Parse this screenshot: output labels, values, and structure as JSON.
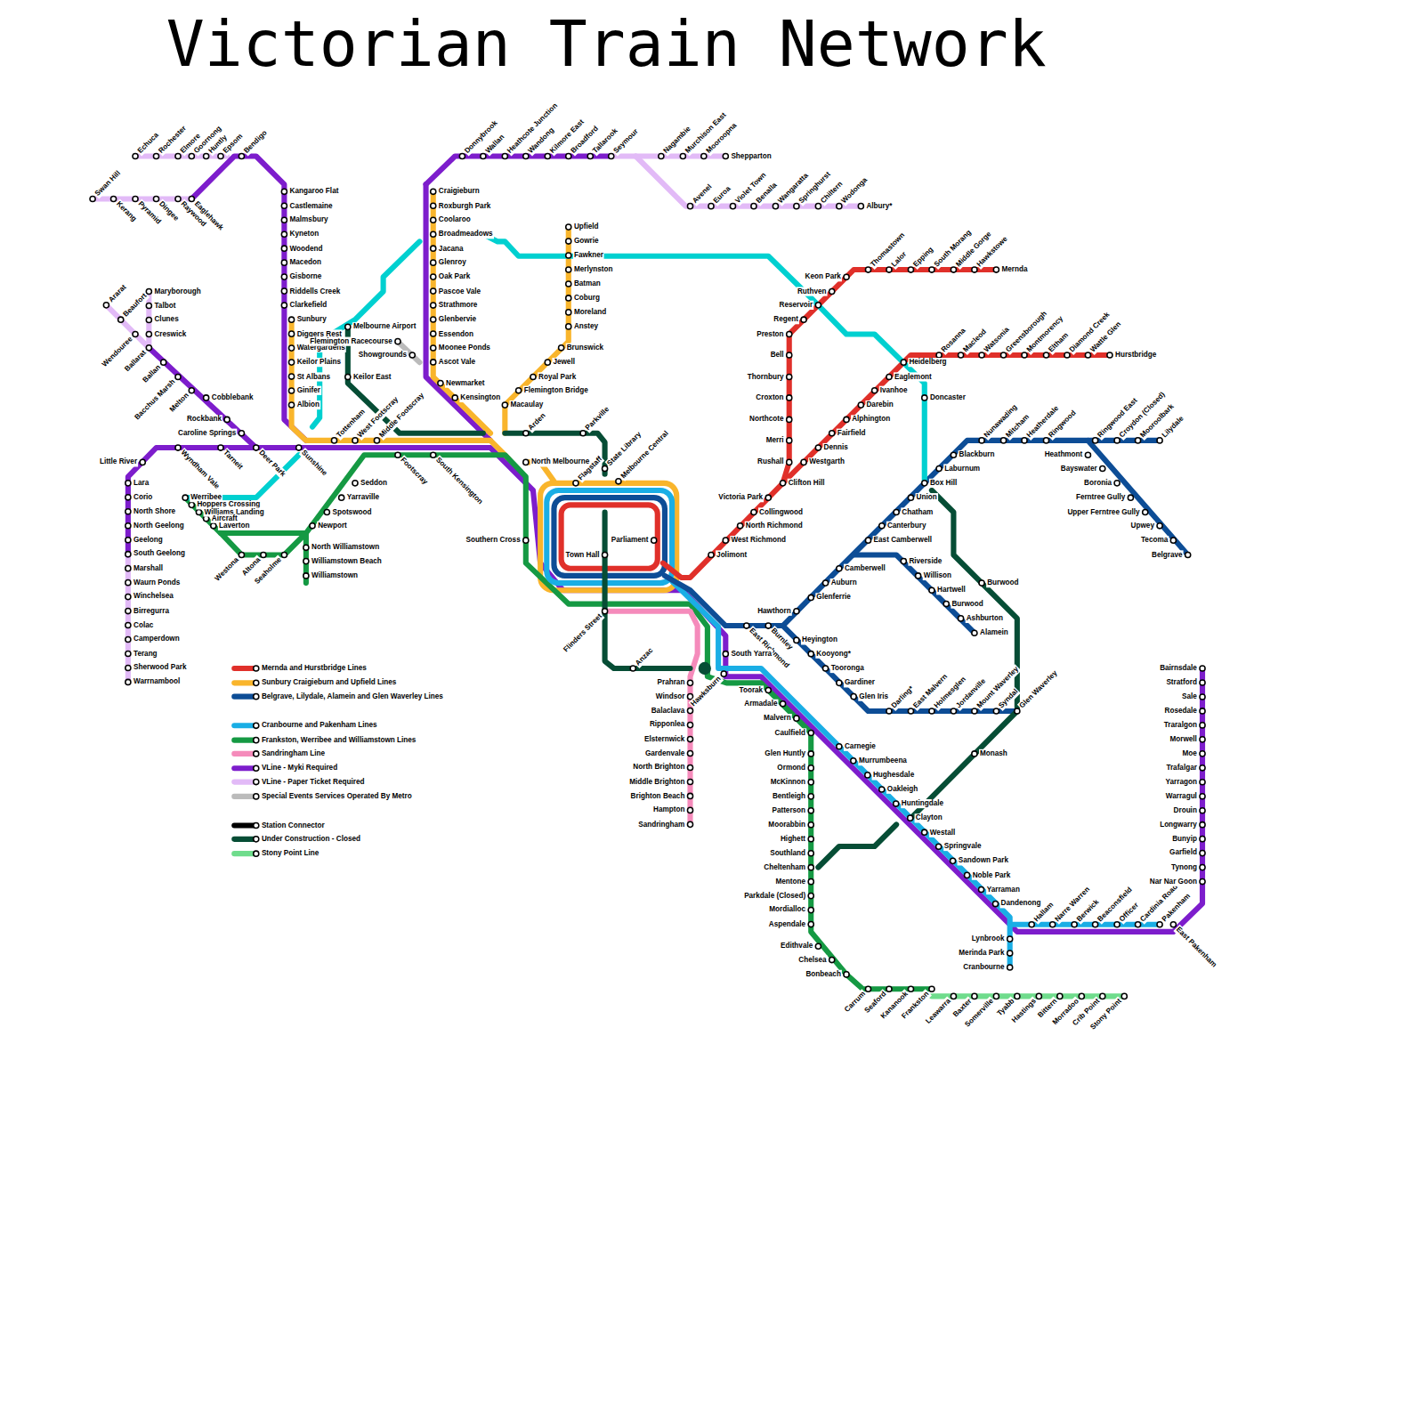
{
  "diagram": {
    "title": "Victorian Train Network",
    "labels": [
      "Swan Hill",
      "Kerang",
      "Pyramid",
      "Dingee",
      "Raywood",
      "Eaglehawk",
      "Echuca",
      "Rochester",
      "Elmore",
      "Goornong",
      "Huntly",
      "Epsom",
      "Bendigo",
      "Kangaroo Flat",
      "Castlemaine",
      "Malmsbury",
      "Kyneton",
      "Woodend",
      "Macedon",
      "Gisborne",
      "Riddells Creek",
      "Clarkefield",
      "Sunbury",
      "Diggers Rest",
      "Watergardens",
      "Keilor Plains",
      "St Albans",
      "Ginifer",
      "Albion",
      "Sunshine",
      "Tottenham",
      "West Footscray",
      "Middle Footscray",
      "Footscray",
      "South Kensington",
      "Ararat",
      "Beaufort",
      "Wendouree",
      "Maryborough",
      "Talbot",
      "Clunes",
      "Creswick",
      "Ballarat",
      "Ballan",
      "Bacchus Marsh",
      "Melton",
      "Cobblebank",
      "Rockbank",
      "Caroline Springs",
      "Deer Park",
      "Tarneit",
      "Wyndham Vale",
      "Little River",
      "Lara",
      "Corio",
      "North Shore",
      "North Geelong",
      "Geelong",
      "South Geelong",
      "Marshall",
      "Waurn Ponds",
      "Winchelsea",
      "Birregurra",
      "Colac",
      "Camperdown",
      "Terang",
      "Sherwood Park",
      "Warrnambool",
      "Werribee",
      "Hoppers Crossing",
      "Williams Landing",
      "Aircraft",
      "Laverton",
      "Westona",
      "Altona",
      "Seaholme",
      "Newport",
      "Spotswood",
      "Yarraville",
      "Seddon",
      "North Williamstown",
      "Williamstown Beach",
      "Williamstown",
      "Upfield",
      "Gowrie",
      "Fawkner",
      "Merlynston",
      "Batman",
      "Coburg",
      "Moreland",
      "Anstey",
      "Brunswick",
      "Jewell",
      "Royal Park",
      "Flemington Bridge",
      "Macaulay",
      "Arden",
      "Parkville",
      "North Melbourne",
      "Kensington",
      "Newmarket",
      "Craigieburn",
      "Roxburgh Park",
      "Coolaroo",
      "Broadmeadows",
      "Jacana",
      "Glenroy",
      "Oak Park",
      "Pascoe Vale",
      "Strathmore",
      "Glenbervie",
      "Essendon",
      "Moonee Ponds",
      "Ascot Vale",
      "Donnybrook",
      "Wallan",
      "Heathcote Junction",
      "Wandong",
      "Kilmore East",
      "Broadford",
      "Tallarook",
      "Seymour",
      "Nagambie",
      "Murchison East",
      "Mooroopna",
      "Shepparton",
      "Avenel",
      "Euroa",
      "Violet Town",
      "Benalla",
      "Wangaratta",
      "Springhurst",
      "Chiltern",
      "Wodonga",
      "Albury*",
      "Melbourne Airport",
      "Keilor East",
      "Flemington Racecourse",
      "Showgrounds",
      "Flagstaff",
      "State Library",
      "Melbourne Central",
      "Southern Cross",
      "Parliament",
      "Town Hall",
      "Flinders Street",
      "Anzac",
      "Jolimont",
      "Mernda",
      "Hawkstowe",
      "Middle Gorge",
      "South Morang",
      "Epping",
      "Lalor",
      "Thomastown",
      "Keon Park",
      "Ruthven",
      "Reservoir",
      "Regent",
      "Preston",
      "Bell",
      "Thornbury",
      "Croxton",
      "Northcote",
      "Merri",
      "Rushall",
      "Clifton Hill",
      "Victoria Park",
      "Collingwood",
      "North Richmond",
      "West Richmond",
      "Hurstbridge",
      "Wattle Glen",
      "Diamond Creek",
      "Eltham",
      "Montmorency",
      "Greensborough",
      "Watsonia",
      "Macleod",
      "Rosanna",
      "Heidelberg",
      "Eaglemont",
      "Ivanhoe",
      "Darebin",
      "Alphington",
      "Fairfield",
      "Dennis",
      "Westgarth",
      "Doncaster",
      "East Richmond",
      "Burnley",
      "Hawthorn",
      "Glenferrie",
      "Auburn",
      "Camberwell",
      "East Camberwell",
      "Canterbury",
      "Chatham",
      "Union",
      "Box Hill",
      "Laburnum",
      "Blackburn",
      "Nunawading",
      "Mitcham",
      "Heatherdale",
      "Ringwood",
      "Ringwood East",
      "Croydon (Closed)",
      "Mooroolbark",
      "Lilydale",
      "Heathmont",
      "Bayswater",
      "Boronia",
      "Ferntree Gully",
      "Upper Ferntree Gully",
      "Upwey",
      "Tecoma",
      "Belgrave",
      "Riverside",
      "Willison",
      "Hartwell",
      "Burwood",
      "Ashburton",
      "Alamein",
      "Burwood",
      "Heyington",
      "Kooyong*",
      "Tooronga",
      "Gardiner",
      "Glen Iris",
      "Darling*",
      "East Malvern",
      "Holmesglen",
      "Jordanville",
      "Mount Waverley",
      "Syndal",
      "Glen Waverley",
      "Monash",
      "South Yarra",
      "Prahran",
      "Hawksburn",
      "Windsor",
      "Balaclava",
      "Ripponlea",
      "Elsternwick",
      "Gardenvale",
      "North Brighton",
      "Middle Brighton",
      "Brighton Beach",
      "Hampton",
      "Sandringham",
      "Toorak",
      "Armadale",
      "Malvern",
      "Caulfield",
      "Glen Huntly",
      "Ormond",
      "McKinnon",
      "Bentleigh",
      "Patterson",
      "Moorabbin",
      "Highett",
      "Southland",
      "Cheltenham",
      "Mentone",
      "Parkdale (Closed)",
      "Mordialloc",
      "Aspendale",
      "Edithvale",
      "Chelsea",
      "Bonbeach",
      "Carrum",
      "Seaford",
      "Kananook",
      "Frankston",
      "Leawarra",
      "Baxter",
      "Somerville",
      "Tyabb",
      "Hastings",
      "Bittern",
      "Morradoo",
      "Crib Point",
      "Stony Point",
      "Carnegie",
      "Murrumbeena",
      "Hughesdale",
      "Oakleigh",
      "Huntingdale",
      "Clayton",
      "Westall",
      "Springvale",
      "Sandown Park",
      "Noble Park",
      "Yarraman",
      "Dandenong",
      "Hallam",
      "Narre Warren",
      "Berwick",
      "Beaconsfield",
      "Officer",
      "Cardinia Road",
      "Pakenham",
      "East Pakenham",
      "Lynbrook",
      "Merinda Park",
      "Cranbourne",
      "Bairnsdale",
      "Stratford",
      "Sale",
      "Rosedale",
      "Traralgon",
      "Morwell",
      "Moe",
      "Trafalgar",
      "Yarragon",
      "Warragul",
      "Drouin",
      "Longwarry",
      "Bunyip",
      "Garfield",
      "Tynong",
      "Nar Nar Goon"
    ],
    "legend": [
      {
        "text": "Mernda and Hurstbridge Lines",
        "color": "#e0302a"
      },
      {
        "text": "Sunbury Craigieburn and Upfield Lines",
        "color": "#f9b52c"
      },
      {
        "text": "Belgrave, Lilydale, Alamein and Glen Waverley Lines",
        "color": "#0d4d96"
      },
      {
        "text": "Cranbourne and Pakenham Lines",
        "color": "#1aaee5"
      },
      {
        "text": "Frankston, Werribee and Williamstown Lines",
        "color": "#159943"
      },
      {
        "text": "Sandringham Line",
        "color": "#f58bbb"
      },
      {
        "text": "VLine - Myki Required",
        "color": "#7d1dcc"
      },
      {
        "text": "VLine - Paper Ticket Required",
        "color": "#e2baf7"
      },
      {
        "text": "Special Events Services Operated By Metro",
        "color": "#bbbbbb"
      },
      {
        "text": "Station Connector",
        "color": "#000000"
      },
      {
        "text": "Under Construction - Closed",
        "color": "#064d35"
      },
      {
        "text": "Stony Point Line",
        "color": "#6fdc8c"
      }
    ]
  }
}
